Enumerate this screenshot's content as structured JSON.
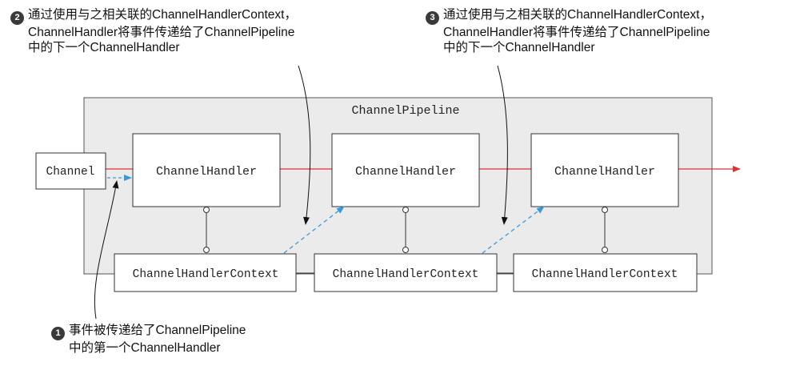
{
  "pipeline": {
    "label": "ChannelPipeline"
  },
  "channel": {
    "label": "Channel"
  },
  "handlers": [
    {
      "label": "ChannelHandler"
    },
    {
      "label": "ChannelHandler"
    },
    {
      "label": "ChannelHandler"
    }
  ],
  "contexts": [
    {
      "label": "ChannelHandlerContext"
    },
    {
      "label": "ChannelHandlerContext"
    },
    {
      "label": "ChannelHandlerContext"
    }
  ],
  "callouts": [
    {
      "number": "1",
      "lines": [
        "事件被传递给了ChannelPipeline",
        "中的第一个ChannelHandler"
      ]
    },
    {
      "number": "2",
      "lines": [
        "通过使用与之相关联的ChannelHandlerContext，",
        "ChannelHandler将事件传递给了ChannelPipeline",
        "中的下一个ChannelHandler"
      ]
    },
    {
      "number": "3",
      "lines": [
        "通过使用与之相关联的ChannelHandlerContext，",
        "ChannelHandler将事件传递给了ChannelPipeline",
        "中的下一个ChannelHandler"
      ]
    }
  ],
  "colors": {
    "flow_line": "#e03030",
    "dashed_arrow": "#3a9ad9",
    "pipeline_fill": "#ebebeb"
  }
}
